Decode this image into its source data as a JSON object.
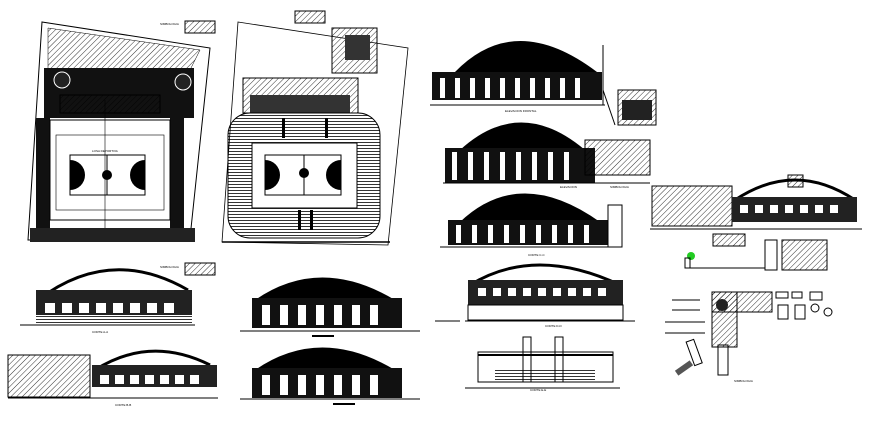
{
  "sheet": {
    "type": "architectural CAD drawing sheet",
    "subject": "sports coliseum with domed roof",
    "background": "#ffffff",
    "line_color": "#000000",
    "accent_green": "#22cc22"
  },
  "views": [
    {
      "id": "site-plan-1",
      "kind": "plan",
      "label": "LOSA DEPORTIVA",
      "legend": "SIMBOLOGIA"
    },
    {
      "id": "site-plan-2",
      "kind": "plan",
      "label": "",
      "legend": "SIMBOLOGIA"
    },
    {
      "id": "elev-top-1",
      "kind": "elevation",
      "label": "ELEVACION FRONTAL"
    },
    {
      "id": "elev-top-2",
      "kind": "elevation",
      "label": "ELEVACION"
    },
    {
      "id": "elev-top-3",
      "kind": "elevation",
      "label": "CORTE C-C"
    },
    {
      "id": "section-a",
      "kind": "section",
      "label": "CORTE A-A"
    },
    {
      "id": "section-b",
      "kind": "section",
      "label": "CORTE B-B"
    },
    {
      "id": "elev-mid-1",
      "kind": "elevation",
      "label": ""
    },
    {
      "id": "elev-mid-2",
      "kind": "elevation",
      "label": ""
    },
    {
      "id": "section-d",
      "kind": "section",
      "label": "CORTE D-D"
    },
    {
      "id": "section-e",
      "kind": "section",
      "label": "CORTE E-E"
    },
    {
      "id": "detail-right",
      "kind": "section",
      "label": "CORTE"
    },
    {
      "id": "details",
      "kind": "details",
      "label": "DETALLES"
    }
  ]
}
